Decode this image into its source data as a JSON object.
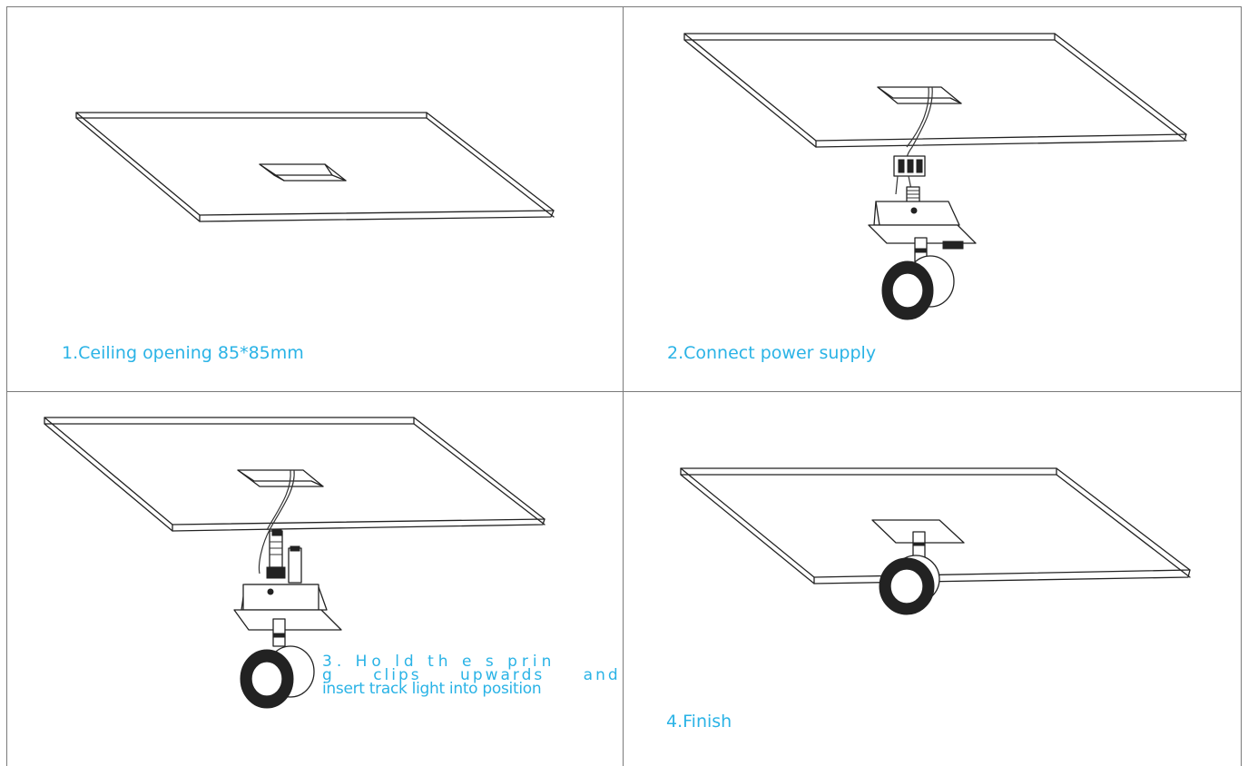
{
  "steps": [
    {
      "number": 1,
      "caption": "1.Ceiling opening 85*85mm"
    },
    {
      "number": 2,
      "caption": "2.Connect power supply"
    },
    {
      "number": 3,
      "caption_lines": [
        "3. Ho ld th e s prin",
        "g clips upwards and",
        "insert track light into position"
      ]
    },
    {
      "number": 4,
      "caption": "4.Finish"
    }
  ],
  "caption_color": "#2ab3e6"
}
